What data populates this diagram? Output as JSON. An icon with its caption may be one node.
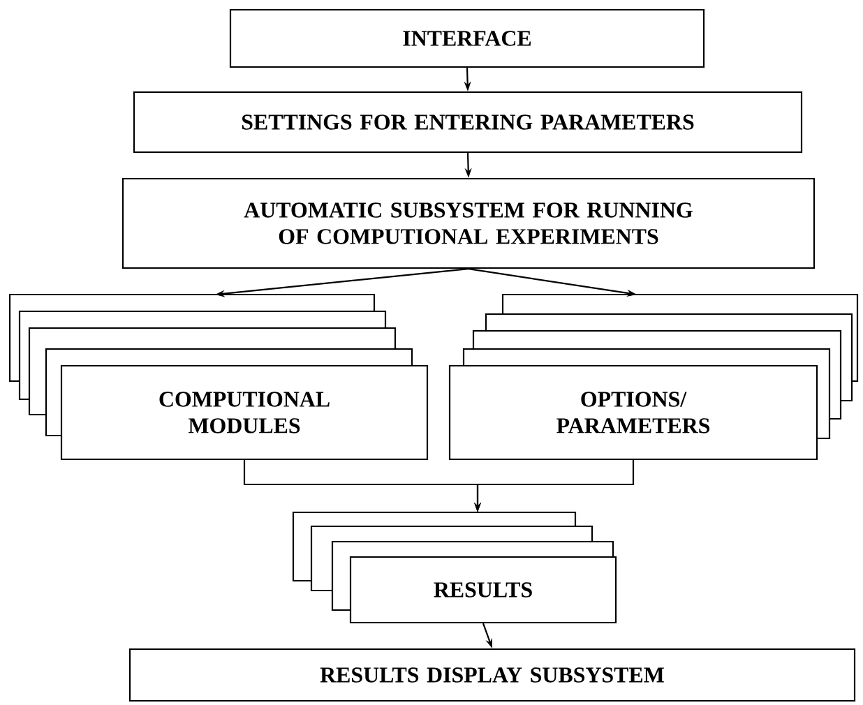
{
  "diagram": {
    "nodes": [
      {
        "text": [
          "INTERFACE"
        ]
      },
      {
        "text": [
          "SETTINGS FOR ENTERING PARAMETERS"
        ]
      },
      {
        "text": [
          "AUTOMATIC SUBSYSTEM FOR RUNNING OF COMPUTIONAL EXPERIMENTS"
        ]
      },
      {
        "text": [
          "COMPUTIONAL MODULES"
        ]
      },
      {
        "text": [
          "OPTIONS/ PARAMETERS"
        ]
      },
      {
        "text": [
          "RESULTS"
        ]
      },
      {
        "text": [
          "RESULTS DISPLAY SUBSYSTEM"
        ]
      }
    ],
    "edges": [
      {
        "from": 0,
        "to": 1,
        "arrow": "to"
      },
      {
        "from": 1,
        "to": 2,
        "arrow": "to"
      },
      {
        "from": 2,
        "to": 3,
        "arrow": "to"
      },
      {
        "from": 2,
        "to": 4,
        "arrow": "to"
      },
      {
        "from": 3,
        "to": 5,
        "arrow": "to"
      },
      {
        "from": 4,
        "to": 5,
        "arrow": "to"
      },
      {
        "from": 5,
        "to": 6,
        "arrow": "to"
      }
    ]
  }
}
